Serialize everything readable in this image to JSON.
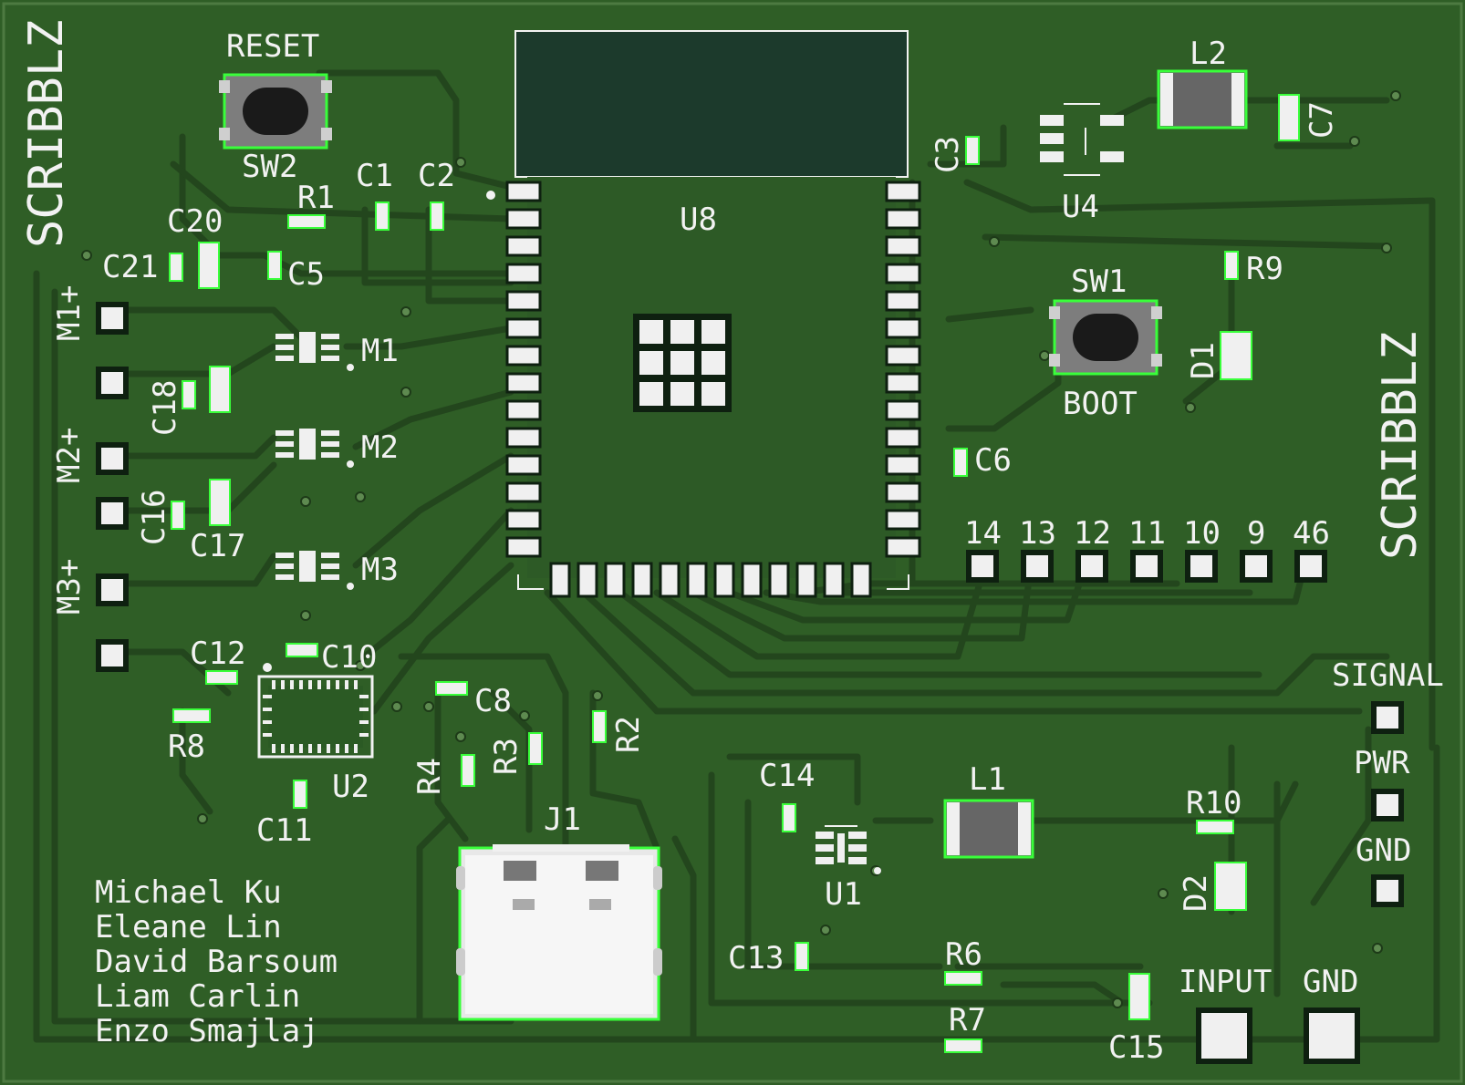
{
  "colors": {
    "board": "#2f5e26",
    "copper": "#3b6f2e",
    "trace": "#23461d",
    "silkscreen": "#f2f2f2",
    "courtyard": "#39ff3a",
    "module": "#1c3a2c"
  },
  "texts": {
    "brand_left": "SCRIBBLZ",
    "brand_right": "SCRIBBLZ",
    "reset": "RESET",
    "boot": "BOOT",
    "sw1": "SW1",
    "sw2": "SW2",
    "u8": "U8",
    "u4": "U4",
    "u2": "U2",
    "u1": "U1",
    "j1": "J1",
    "l1": "L1",
    "l2": "L2",
    "m1": "M1",
    "m2": "M2",
    "m3": "M3",
    "m1p": "M1+",
    "m2p": "M2+",
    "m3p": "M3+",
    "d1": "D1",
    "d2": "D2",
    "r1": "R1",
    "r2": "R2",
    "r3": "R3",
    "r4": "R4",
    "r6": "R6",
    "r7": "R7",
    "r8": "R8",
    "r9": "R9",
    "r10": "R10",
    "c1": "C1",
    "c2": "C2",
    "c3": "C3",
    "c5": "C5",
    "c6": "C6",
    "c7": "C7",
    "c8": "C8",
    "c10": "C10",
    "c11": "C11",
    "c12": "C12",
    "c13": "C13",
    "c14": "C14",
    "c15": "C15",
    "c16": "C16",
    "c17": "C17",
    "c18": "C18",
    "c20": "C20",
    "c21": "C21",
    "signal": "SIGNAL",
    "pwr": "PWR",
    "gnd_top": "GND",
    "gnd_bottom": "GND",
    "input": "INPUT"
  },
  "pins": [
    "14",
    "13",
    "12",
    "11",
    "10",
    "9",
    "46"
  ],
  "credits": [
    "Michael Ku",
    "Eleane Lin",
    "David Barsoum",
    "Liam Carlin",
    "Enzo Smajlaj"
  ]
}
